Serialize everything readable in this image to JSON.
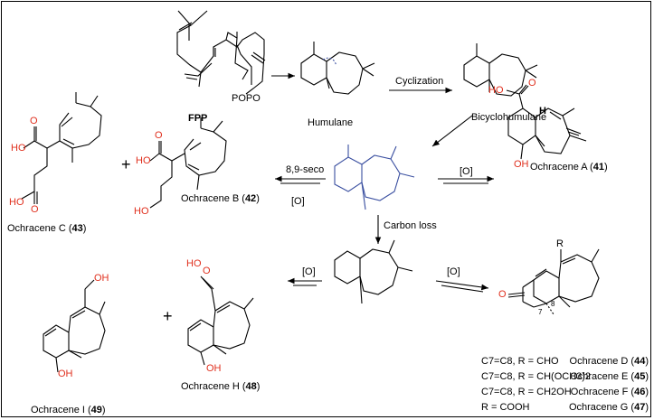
{
  "labels": {
    "fpp": "FPP",
    "popo": "POPO",
    "humulane": "Humulane",
    "cyclization": "Cyclization",
    "bicyclohumulane": "Bicyclohumulane",
    "seco": "8,9-seco",
    "ox1": "[O]",
    "ox2": "[O]",
    "ox3": "[O]",
    "ox4": "[O]",
    "carbon_loss": "Carbon loss",
    "ochracene_a": "Ochracene A",
    "num_41": "41",
    "ochracene_b": "Ochracene B",
    "num_42": "42",
    "ochracene_c": "Ochracene C",
    "num_43": "43",
    "ochracene_h": "Ochracene H",
    "num_48": "48",
    "ochracene_i": "Ochracene I",
    "num_49": "49",
    "plus1": "+",
    "plus2": "+",
    "r_label": "R",
    "c7": "7",
    "c8": "8",
    "ho_a": "HO",
    "o_a": "O",
    "oh_a": "OH",
    "h_a": "H",
    "ho_b": "HO",
    "o_b": "O",
    "ho_b2": "HO",
    "ho_c": "HO",
    "o_c": "O",
    "ho_c2": "HO",
    "o_c2": "O",
    "ho_h": "HO",
    "o_h": "O",
    "oh_h": "OH",
    "oh_i": "OH",
    "oh_i2": "OH",
    "o_ket": "O"
  },
  "series_table": [
    {
      "cond": "C7=C8, R = CHO",
      "name": "Ochracene D",
      "num": "44"
    },
    {
      "cond": "C7=C8, R = CH(OCH3)2",
      "name": "Ochracene E",
      "num": "45"
    },
    {
      "cond": "C7=C8, R = CH2OH",
      "name": "Ochracene F",
      "num": "46"
    },
    {
      "cond": "R = COOH",
      "name": "Ochracene G",
      "num": "47"
    }
  ],
  "colors": {
    "red": "#e0301e",
    "blue": "#3a4fa0",
    "black": "#000000"
  }
}
